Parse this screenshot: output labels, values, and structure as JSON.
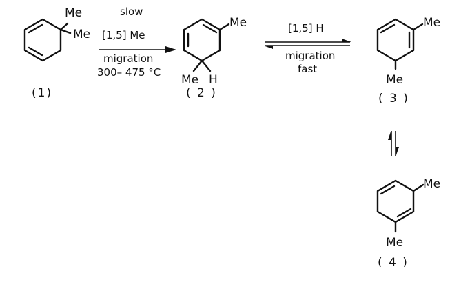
{
  "compounds": [
    {
      "id": "1",
      "label": "(1)",
      "substituents": [
        "Me",
        "Me"
      ]
    },
    {
      "id": "2",
      "label": "( 2 )",
      "substituents": [
        "Me",
        "Me",
        "H"
      ]
    },
    {
      "id": "3",
      "label": "( 3 )",
      "substituents": [
        "Me",
        "Me"
      ]
    },
    {
      "id": "4",
      "label": "( 4 )",
      "substituents": [
        "Me",
        "Me"
      ]
    }
  ],
  "step1": {
    "top": "slow",
    "bracket": "[1,5] Me",
    "below1": "migration",
    "below2": "300– 475 °C"
  },
  "step2": {
    "top": "[1,5] H",
    "below1": "migration",
    "below2": "fast"
  }
}
